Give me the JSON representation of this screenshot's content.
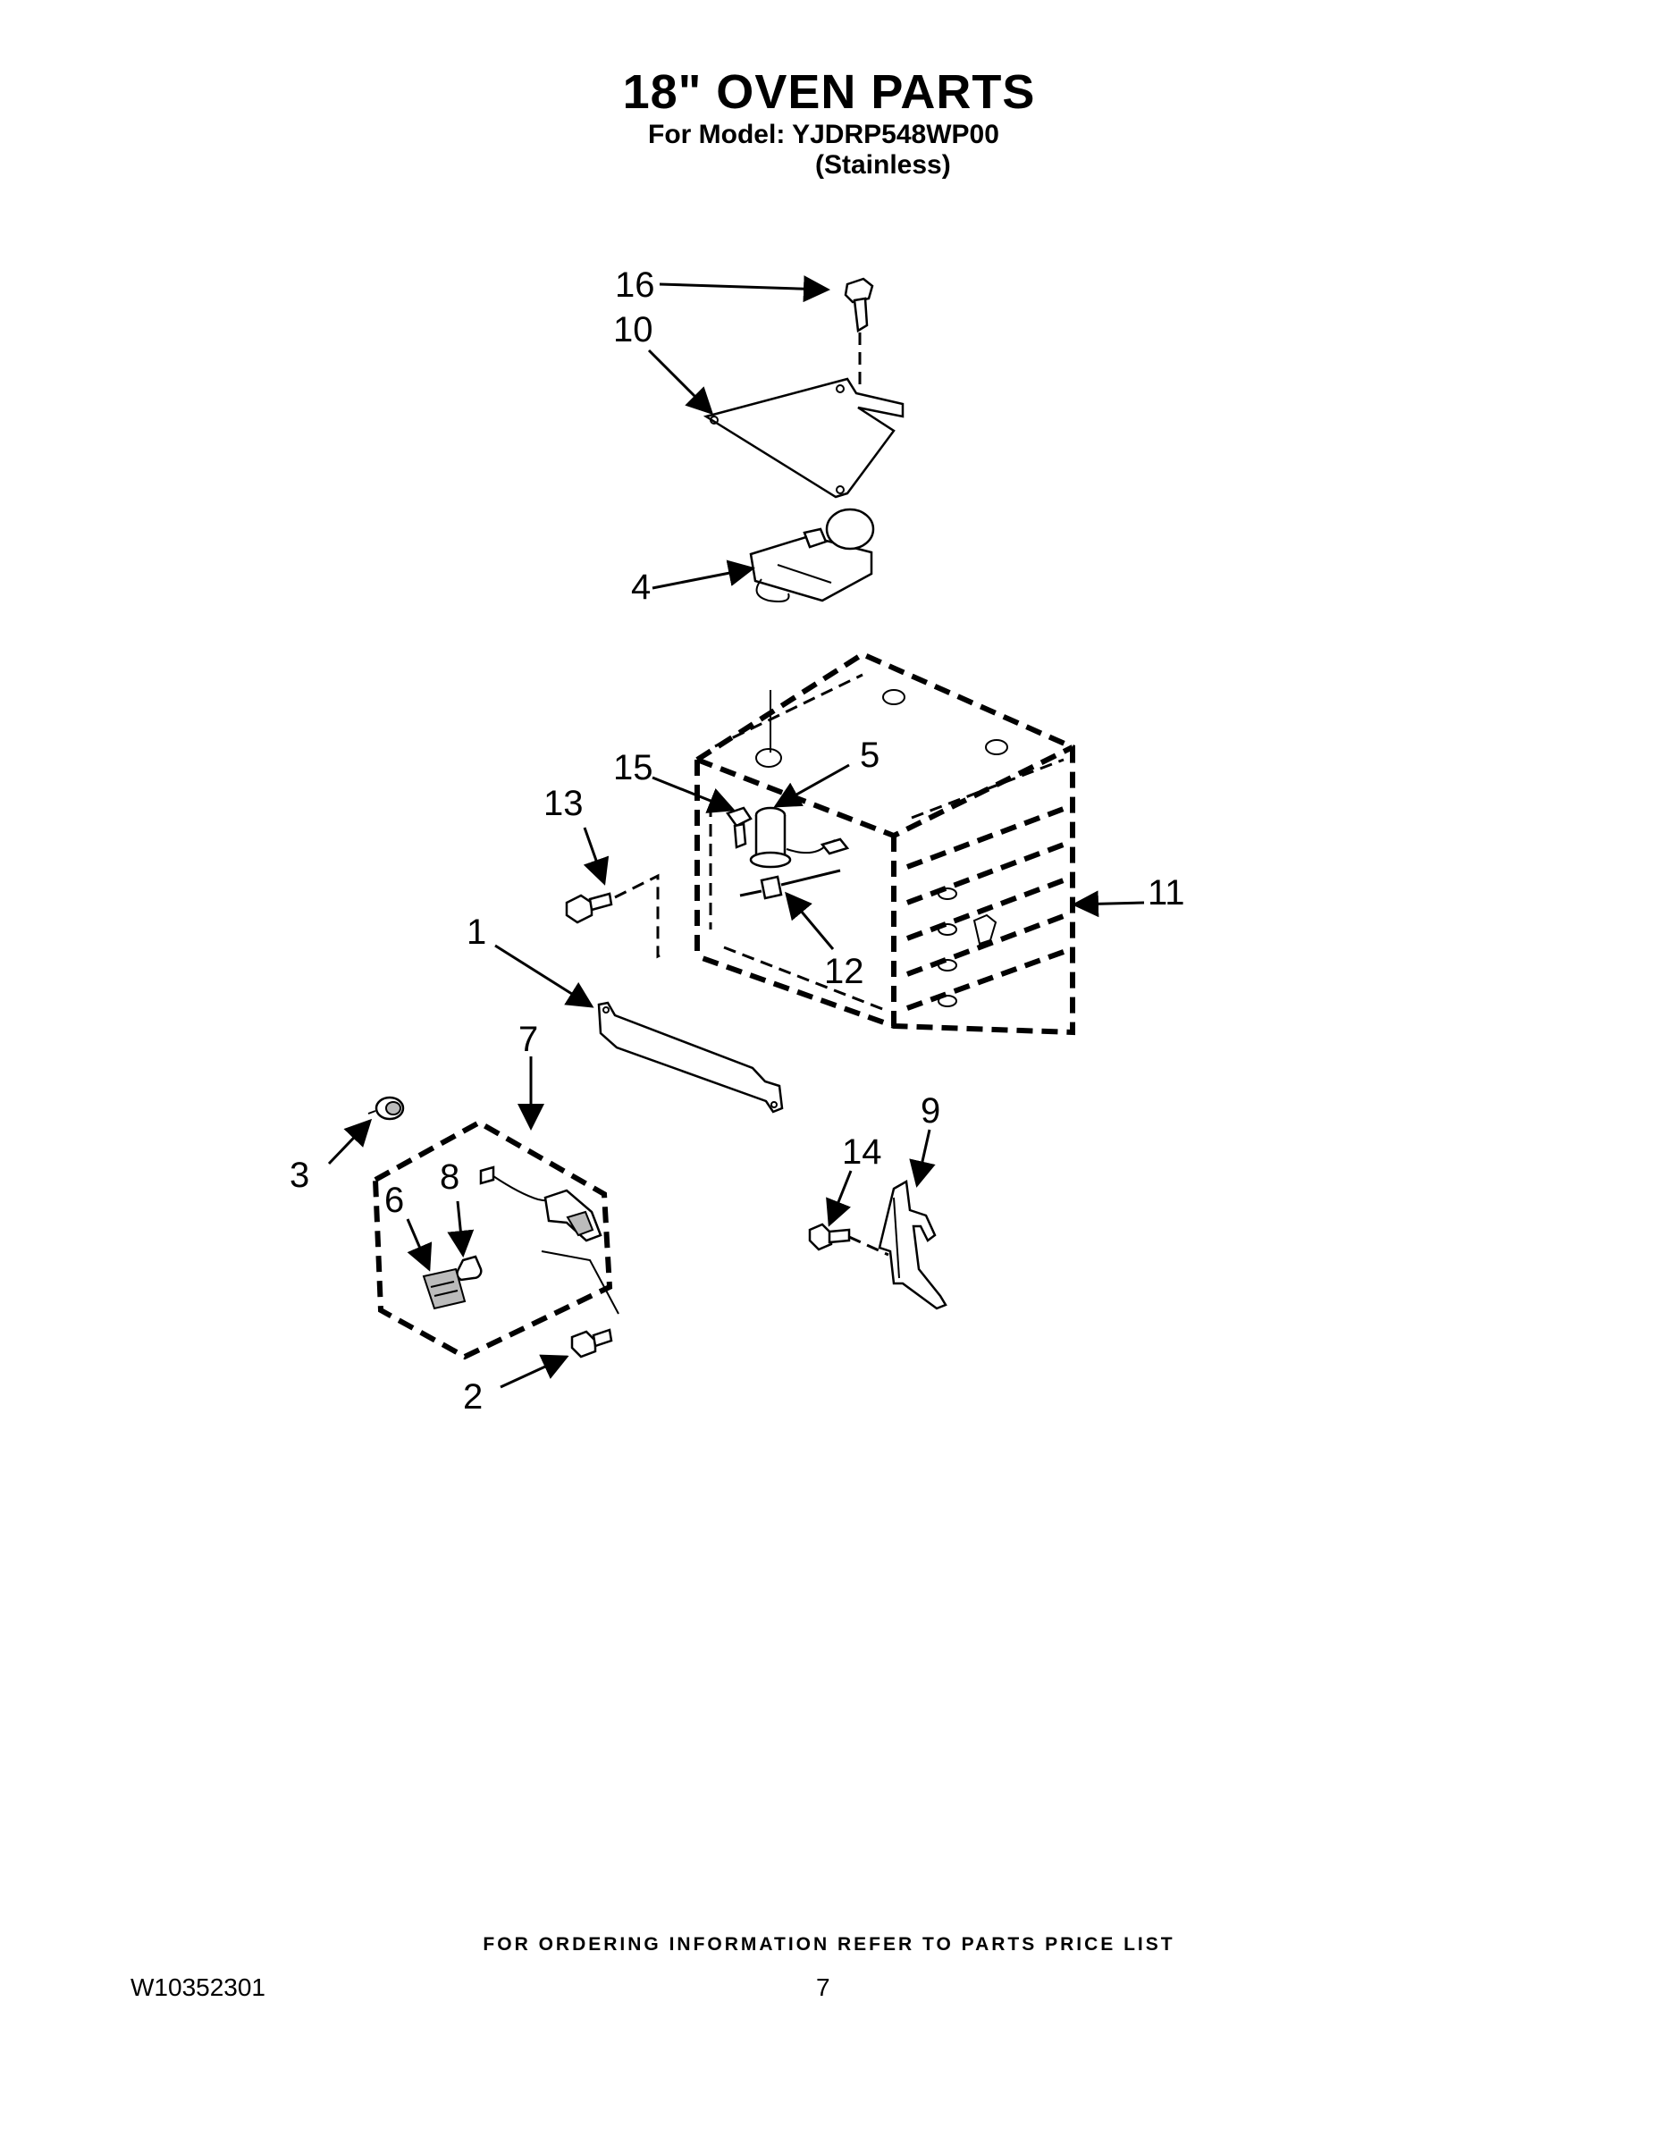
{
  "header": {
    "title": "18\" OVEN PARTS",
    "model_line": "For Model: YJDRP548WP00",
    "finish_line": "(Stainless)"
  },
  "callouts": [
    "16",
    "10",
    "4",
    "15",
    "5",
    "13",
    "11",
    "1",
    "12",
    "7",
    "9",
    "14",
    "3",
    "8",
    "6",
    "2"
  ],
  "footer": {
    "ordering_info": "FOR ORDERING INFORMATION REFER TO PARTS PRICE LIST",
    "doc_number": "W10352301",
    "page_number": "7"
  }
}
